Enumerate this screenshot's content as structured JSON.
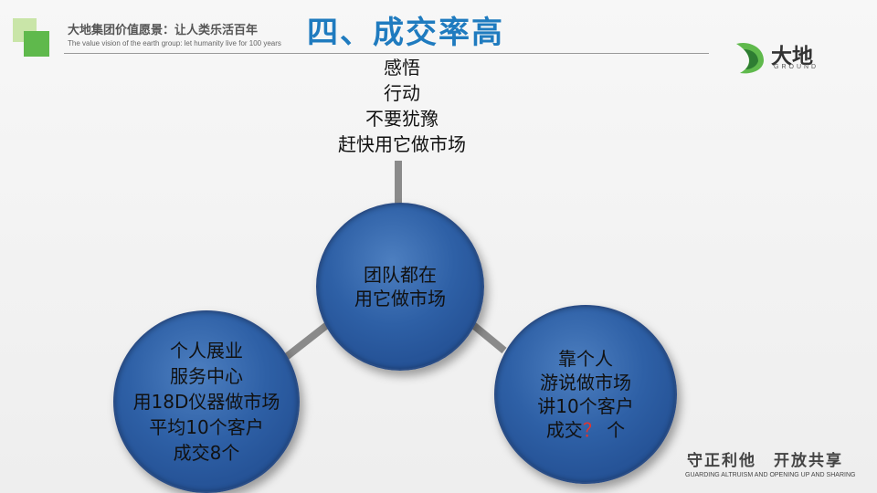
{
  "header": {
    "company": "大地集团价值愿景：让人类乐活百年",
    "company_en": "The value vision of the earth group: let humanity live for 100 years",
    "title": "四、成交率高"
  },
  "logo": {
    "text": "大地",
    "sub": "GROUND",
    "colors": [
      "#5fb94c",
      "#2e7d32"
    ]
  },
  "top_lines": [
    "感悟",
    "行动",
    "不要犹豫",
    "赶快用它做市场"
  ],
  "center_circle": {
    "lines": [
      "团队都在",
      "用它做市场"
    ]
  },
  "left_circle": {
    "lines": [
      "个人展业",
      "服务中心",
      "用18D仪器做市场",
      "平均10个客户",
      "成交8个"
    ]
  },
  "right_circle": {
    "lines": [
      "靠个人",
      "游说做市场",
      "讲10个客户"
    ],
    "last_prefix": "成交",
    "last_mark": "？",
    "last_suffix": " 个"
  },
  "footer": {
    "slogan": "守正利他　开放共享",
    "slogan_en": "GUARDING ALTRUISM AND OPENING UP AND SHARING"
  },
  "colors": {
    "title": "#1f7bbf",
    "circle": "#2e60a6",
    "accent_green": "#5fb94c",
    "question_mark": "#e8342a"
  }
}
